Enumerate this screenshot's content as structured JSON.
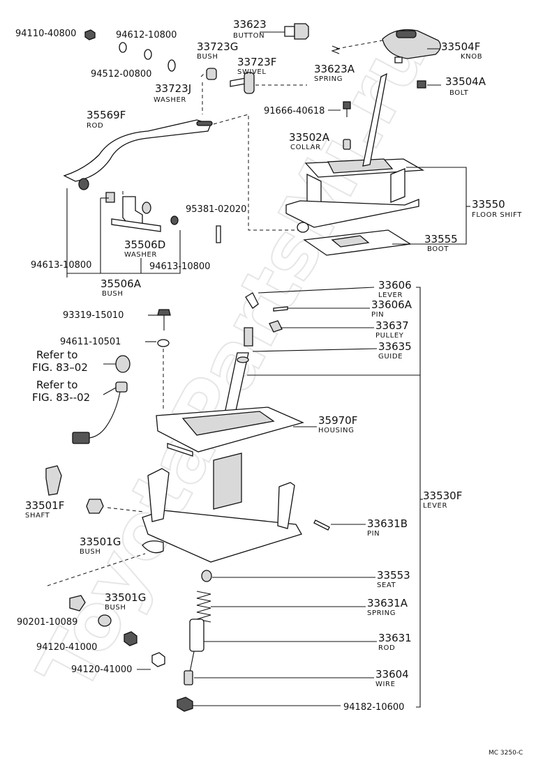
{
  "watermark": "ToyotaPartsMi.ru",
  "figure_code": "MC 3250-C",
  "refs": [
    {
      "line1": "Refer to",
      "line2": "FIG. 83–02"
    },
    {
      "line1": "Refer to",
      "line2": "FIG. 83--02"
    }
  ],
  "parts": [
    {
      "num": "94110-40800",
      "name": ""
    },
    {
      "num": "33623",
      "name": "BUTTON"
    },
    {
      "num": "94612-10800",
      "name": ""
    },
    {
      "num": "94512-00800",
      "name": ""
    },
    {
      "num": "33723G",
      "name": "BUSH"
    },
    {
      "num": "33723F",
      "name": "SWIVEL"
    },
    {
      "num": "33723J",
      "name": "WASHER"
    },
    {
      "num": "33504F",
      "name": "KNOB"
    },
    {
      "num": "33623A",
      "name": "SPRING"
    },
    {
      "num": "33504A",
      "name": "BOLT"
    },
    {
      "num": "35569F",
      "name": "ROD"
    },
    {
      "num": "91666-40618",
      "name": ""
    },
    {
      "num": "33502A",
      "name": "COLLAR"
    },
    {
      "num": "95381-02020",
      "name": ""
    },
    {
      "num": "35506D",
      "name": "WASHER"
    },
    {
      "num": "94613-10800",
      "name": ""
    },
    {
      "num": "94613-10800",
      "name": ""
    },
    {
      "num": "35506A",
      "name": "BUSH"
    },
    {
      "num": "33550",
      "name": "FLOOR SHIFT"
    },
    {
      "num": "33555",
      "name": "BOOT"
    },
    {
      "num": "33606",
      "name": "LEVER"
    },
    {
      "num": "33606A",
      "name": "PIN"
    },
    {
      "num": "33637",
      "name": "PULLEY"
    },
    {
      "num": "33635",
      "name": "GUIDE"
    },
    {
      "num": "93319-15010",
      "name": ""
    },
    {
      "num": "94611-10501",
      "name": ""
    },
    {
      "num": "35970F",
      "name": "HOUSING"
    },
    {
      "num": "33530F",
      "name": "LEVER"
    },
    {
      "num": "33501F",
      "name": "SHAFT"
    },
    {
      "num": "33501G",
      "name": "BUSH"
    },
    {
      "num": "33631B",
      "name": "PIN"
    },
    {
      "num": "33553",
      "name": "SEAT"
    },
    {
      "num": "33501G",
      "name": "BUSH"
    },
    {
      "num": "33631A",
      "name": "SPRING"
    },
    {
      "num": "90201-10089",
      "name": ""
    },
    {
      "num": "94120-41000",
      "name": ""
    },
    {
      "num": "33631",
      "name": "ROD"
    },
    {
      "num": "94120-41000",
      "name": ""
    },
    {
      "num": "33604",
      "name": "WIRE"
    },
    {
      "num": "94182-10600",
      "name": ""
    }
  ]
}
